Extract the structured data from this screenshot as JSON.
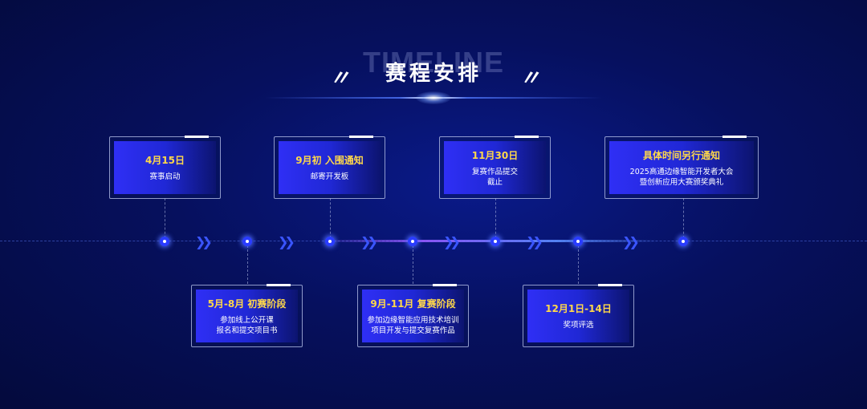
{
  "header": {
    "watermark": "TIMELINE",
    "title": "赛程安排",
    "quote_left": "〃",
    "quote_right": "〃"
  },
  "colors": {
    "background": "#06105e",
    "card_fill": "#2028d6",
    "highlight_text": "#ffd84a",
    "node": "#2a3cff"
  },
  "chevron_glyph": "❯❯",
  "milestones_top": [
    {
      "date": "4月15日",
      "lines": [
        "赛事启动"
      ]
    },
    {
      "date": "9月初 入围通知",
      "lines": [
        "邮寄开发板"
      ]
    },
    {
      "date": "11月30日",
      "lines": [
        "复赛作品提交",
        "截止"
      ]
    },
    {
      "date": "具体时间另行通知",
      "lines": [
        "2025高通边缘智能开发者大会",
        "暨创新应用大赛颁奖典礼"
      ]
    }
  ],
  "milestones_bottom": [
    {
      "date": "5月-8月 初赛阶段",
      "lines": [
        "参加线上公开课",
        "报名和提交项目书"
      ]
    },
    {
      "date": "9月-11月 复赛阶段",
      "lines": [
        "参加边缘智能应用技术培训",
        "项目开发与提交复赛作品"
      ]
    },
    {
      "date": "12月1日-14日",
      "lines": [
        "奖项评选"
      ]
    }
  ]
}
